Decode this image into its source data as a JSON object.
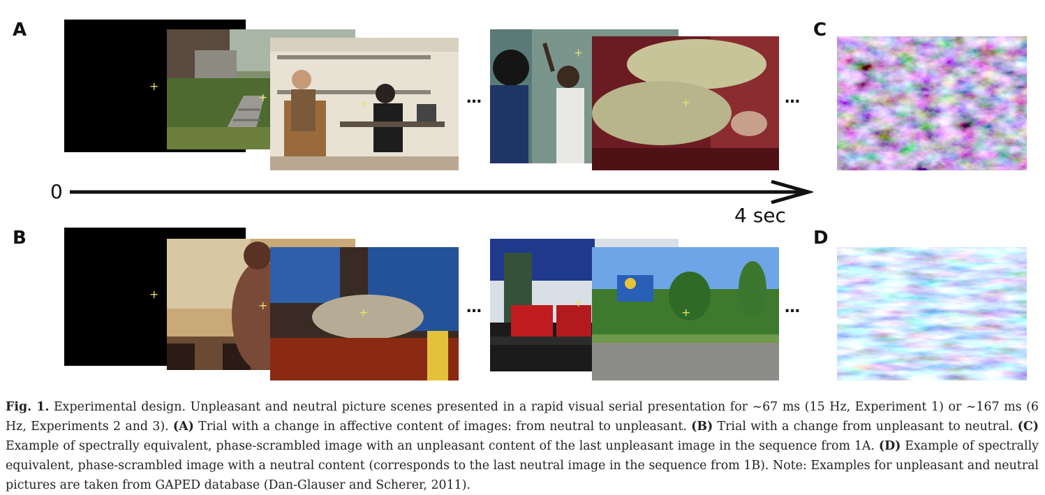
{
  "panels": {
    "a": "A",
    "b": "B",
    "c": "C",
    "d": "D"
  },
  "sequence": {
    "ellipsis": "…",
    "fixation": "+"
  },
  "timeline": {
    "start_label": "0",
    "end_label": "4 sec"
  },
  "caption": {
    "label": "Fig. 1.",
    "text_1": " Experimental design. Unpleasant and neutral picture scenes presented in a rapid visual serial presentation for ~67 ms (15 Hz, Experiment 1) or ~167 ms (6 Hz, Experiments 2 and 3). ",
    "ref_a": "(A)",
    "text_a": " Trial with a change in affective content of images: from neutral to unpleasant. ",
    "ref_b": "(B)",
    "text_b": " Trial with a change from unpleasant to neutral. ",
    "ref_c": "(C)",
    "text_c": " Example of spectrally equivalent, phase-scrambled image with an unpleasant content of the last unpleasant image in the sequence from 1A. ",
    "ref_d": "(D)",
    "text_d": " Example of spectrally equivalent, phase-scrambled image with a neutral content (corresponds to the last neutral image in the sequence from 1B). Note: Examples for unpleasant and neutral pictures are taken from GAPED database (Dan-Glauser and Scherer, 2011)."
  }
}
